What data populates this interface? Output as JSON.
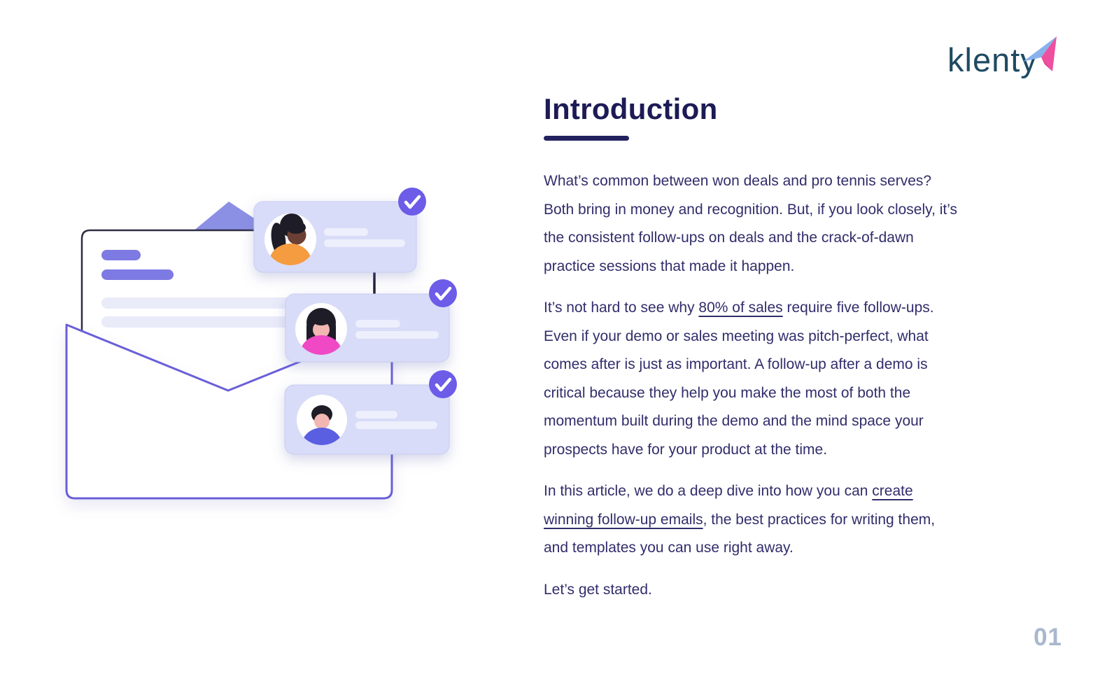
{
  "logo": {
    "text": "klenty"
  },
  "main": {
    "title": "Introduction",
    "paragraphs": [
      {
        "lines": [
          [
            {
              "t": "What’s common between won deals and pro tennis serves?"
            }
          ],
          [
            {
              "t": "Both bring in money and recognition. But, if you look closely, it’s"
            }
          ],
          [
            {
              "t": "the consistent follow-ups on deals and the crack-of-dawn"
            }
          ],
          [
            {
              "t": "practice sessions that made it happen."
            }
          ]
        ]
      },
      {
        "lines": [
          [
            {
              "t": "It’s not hard to see why "
            },
            {
              "t": "80% of sales",
              "link": true
            },
            {
              "t": " require five follow-ups."
            }
          ],
          [
            {
              "t": "Even if your demo or sales meeting was pitch-perfect, what"
            }
          ],
          [
            {
              "t": "comes after is just as important. A follow-up after a demo is"
            }
          ],
          [
            {
              "t": "critical because they help you make the most of both the"
            }
          ],
          [
            {
              "t": "momentum built during the demo and the mind space your"
            }
          ],
          [
            {
              "t": "prospects have for your product at the time."
            }
          ]
        ]
      },
      {
        "lines": [
          [
            {
              "t": "In this article, we do a deep dive into how you can "
            },
            {
              "t": "create",
              "link": true
            }
          ],
          [
            {
              "t": "winning follow-up emails",
              "link": true
            },
            {
              "t": ", the best practices for writing them,"
            }
          ],
          [
            {
              "t": "and templates you can use right away."
            }
          ]
        ]
      },
      {
        "lines": [
          [
            {
              "t": "Let’s get started."
            }
          ]
        ]
      }
    ]
  },
  "footer": {
    "page_number": "01"
  },
  "icons": {
    "check_icon": "white checkmark badge on each contact card",
    "paper_plane_icon": "klenty logo mark"
  },
  "colors": {
    "accent_purple": "#6C5CE7",
    "envelope_outline": "#6B5FD8",
    "card_lavender": "#D9DCF8",
    "flap_periwinkle": "#8B90E4",
    "heading_navy": "#1D1B55",
    "body_navy": "#312D6B",
    "logo_teal": "#1F4A62",
    "page_number_gray": "#A9B7CE",
    "plane_pink": "#EE4F9E",
    "plane_blue": "#87B2EC"
  }
}
